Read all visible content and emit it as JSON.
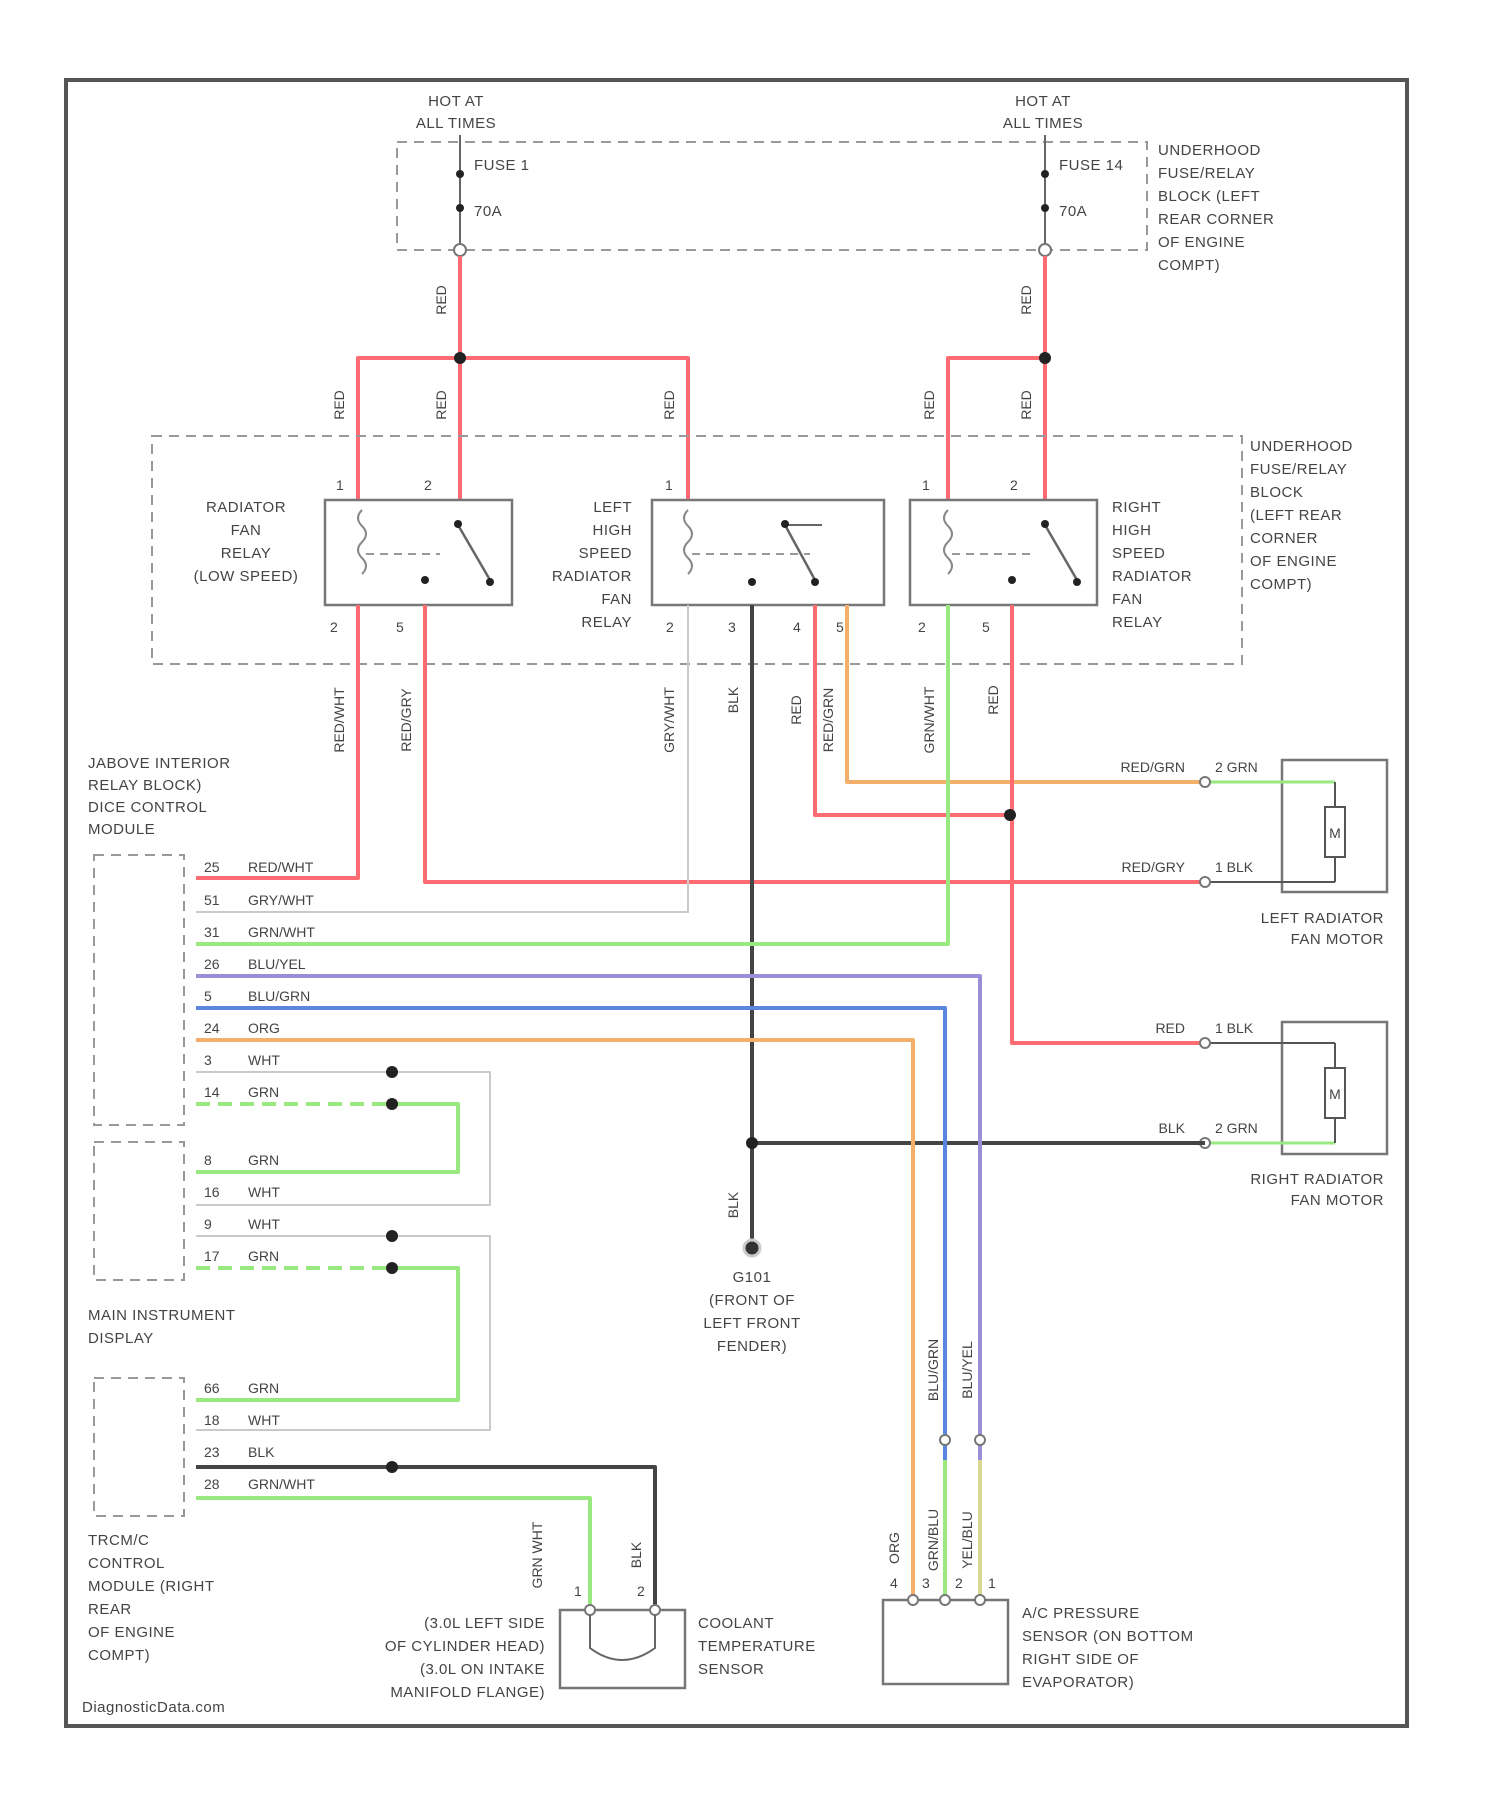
{
  "hot_left": [
    "HOT AT",
    "ALL TIMES"
  ],
  "hot_right": [
    "HOT AT",
    "ALL TIMES"
  ],
  "fuse1": {
    "name": "FUSE 1",
    "rating": "70A"
  },
  "fuse14": {
    "name": "FUSE 14",
    "rating": "70A"
  },
  "underhood_top": [
    "UNDERHOOD",
    "FUSE/RELAY",
    "BLOCK (LEFT",
    "REAR CORNER",
    "OF ENGINE",
    "COMPT)"
  ],
  "underhood_mid": [
    "UNDERHOOD",
    "FUSE/RELAY",
    "BLOCK",
    "(LEFT REAR",
    "CORNER",
    "OF ENGINE",
    "COMPT)"
  ],
  "relay_low": [
    "RADIATOR",
    "FAN",
    "RELAY",
    "(LOW SPEED)"
  ],
  "relay_left_high": [
    "LEFT",
    "HIGH",
    "SPEED",
    "RADIATOR",
    "FAN",
    "RELAY"
  ],
  "relay_right_high": [
    "RIGHT",
    "HIGH",
    "SPEED",
    "RADIATOR",
    "FAN",
    "RELAY"
  ],
  "wire_red": "RED",
  "wire_red_wht": "RED/WHT",
  "wire_red_gry": "RED/GRY",
  "wire_gry_wht": "GRY/WHT",
  "wire_grn_wht": "GRN/WHT",
  "wire_blk": "BLK",
  "wire_red_grn": "RED/GRN",
  "gem": [
    "JABOVE INTERIOR",
    "RELAY BLOCK)",
    "DICE CONTROL",
    "MODULE"
  ],
  "gem_pins": [
    {
      "pin": "25",
      "wire": "RED/WHT"
    },
    {
      "pin": "51",
      "wire": "GRY/WHT"
    },
    {
      "pin": "31",
      "wire": "GRN/WHT"
    },
    {
      "pin": "26",
      "wire": "BLU/YEL"
    },
    {
      "pin": "5",
      "wire": "BLU/GRN"
    },
    {
      "pin": "24",
      "wire": "ORG"
    },
    {
      "pin": "3",
      "wire": "WHT"
    },
    {
      "pin": "14",
      "wire": "GRN"
    }
  ],
  "mid_pins": [
    {
      "pin": "8",
      "wire": "GRN"
    },
    {
      "pin": "16",
      "wire": "WHT"
    },
    {
      "pin": "9",
      "wire": "WHT"
    },
    {
      "pin": "17",
      "wire": "GRN"
    }
  ],
  "main_instrument": [
    "MAIN INSTRUMENT",
    "DISPLAY"
  ],
  "trcm_pins": [
    {
      "pin": "66",
      "wire": "GRN"
    },
    {
      "pin": "18",
      "wire": "WHT"
    },
    {
      "pin": "23",
      "wire": "BLK"
    },
    {
      "pin": "28",
      "wire": "GRN/WHT"
    }
  ],
  "trcm": [
    "TRCM/C",
    "CONTROL",
    "MODULE (RIGHT",
    "REAR",
    "OF ENGINE",
    "COMPT)"
  ],
  "left_motor": {
    "title": [
      "LEFT RADIATOR",
      "FAN MOTOR"
    ],
    "pin2": "2 GRN",
    "pin1": "1 BLK",
    "wire_top": "RED/GRN",
    "wire_bottom": "RED/GRY",
    "symbol": "M"
  },
  "right_motor": {
    "title": [
      "RIGHT RADIATOR",
      "FAN MOTOR"
    ],
    "pin1": "1 BLK",
    "pin2": "2 GRN",
    "wire_top": "RED",
    "wire_bottom": "BLK",
    "symbol": "M"
  },
  "ground": [
    "G101",
    "(FRONT OF",
    "LEFT FRONT",
    "FENDER)"
  ],
  "ground_wire": "BLK",
  "coolant": {
    "title": [
      "COOLANT",
      "TEMPERATURE",
      "SENSOR"
    ],
    "location": [
      "(3.0L LEFT SIDE",
      "OF CYLINDER HEAD)",
      "(3.0L ON INTAKE",
      "MANIFOLD FLANGE)"
    ],
    "pin1": "1",
    "pin2": "2",
    "wire1": "GRN WHT",
    "wire2": "BLK"
  },
  "ac_sensor": {
    "title": [
      "A/C PRESSURE",
      "SENSOR (ON BOTTOM",
      "RIGHT SIDE OF",
      "EVAPORATOR)"
    ],
    "pins": [
      "4",
      "3",
      "2",
      "1"
    ],
    "wires": [
      "ORG",
      "GRN/BLU",
      "YEL/BLU"
    ],
    "upper_wires": [
      "BLU/GRN",
      "BLU/YEL"
    ]
  },
  "relay_pins": {
    "p1": "1",
    "p2": "2",
    "p3": "3",
    "p4": "4",
    "p5": "5"
  },
  "watermark": "DiagnosticData.com",
  "colors": {
    "red": "#ff6b72",
    "green": "#99e880",
    "blue": "#5a86dd",
    "purple": "#9a8fd6",
    "orange": "#f4b06a",
    "black": "#444444",
    "gray": "#c9c9c9",
    "yellow": "#d8d890"
  }
}
